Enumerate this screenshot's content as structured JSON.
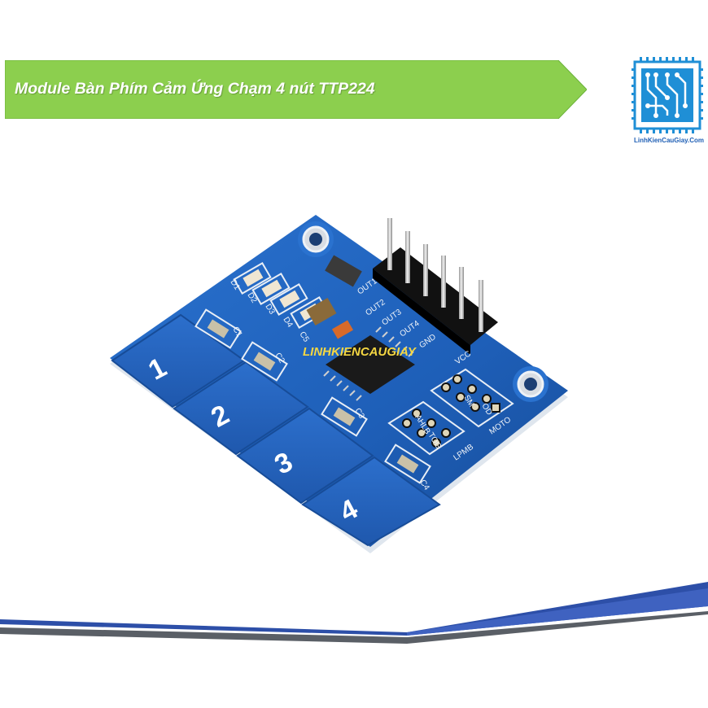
{
  "banner": {
    "title": "Module Bàn Phím Cảm Ứng Chạm 4 nút TTP224",
    "color": "#8ccf4e"
  },
  "logo": {
    "caption": "LinhKienCauGiay.Com",
    "color": "#1f8fd6"
  },
  "product": {
    "watermark": "LINHKIENCAUGIAY",
    "pads": [
      "1",
      "2",
      "3",
      "4"
    ],
    "pin_labels": [
      "OUT1",
      "OUT2",
      "OUT3",
      "OUT4",
      "GND",
      "VCC"
    ],
    "silkscreen": {
      "c1": "C1",
      "c2": "C2",
      "c3": "C3",
      "c4": "C4",
      "c5": "C5",
      "d1": "D1",
      "d2": "D2",
      "d3": "D3",
      "d4": "D4",
      "sm": "SM",
      "od": "OD",
      "ahlb": "AHLB",
      "tog": "TOG",
      "lpmb": "LPMB",
      "moto": "MOTO"
    },
    "board_color": "#1e5fb8"
  },
  "footer": {
    "blue": "#2d4fa8",
    "gray": "#5a5f66"
  }
}
